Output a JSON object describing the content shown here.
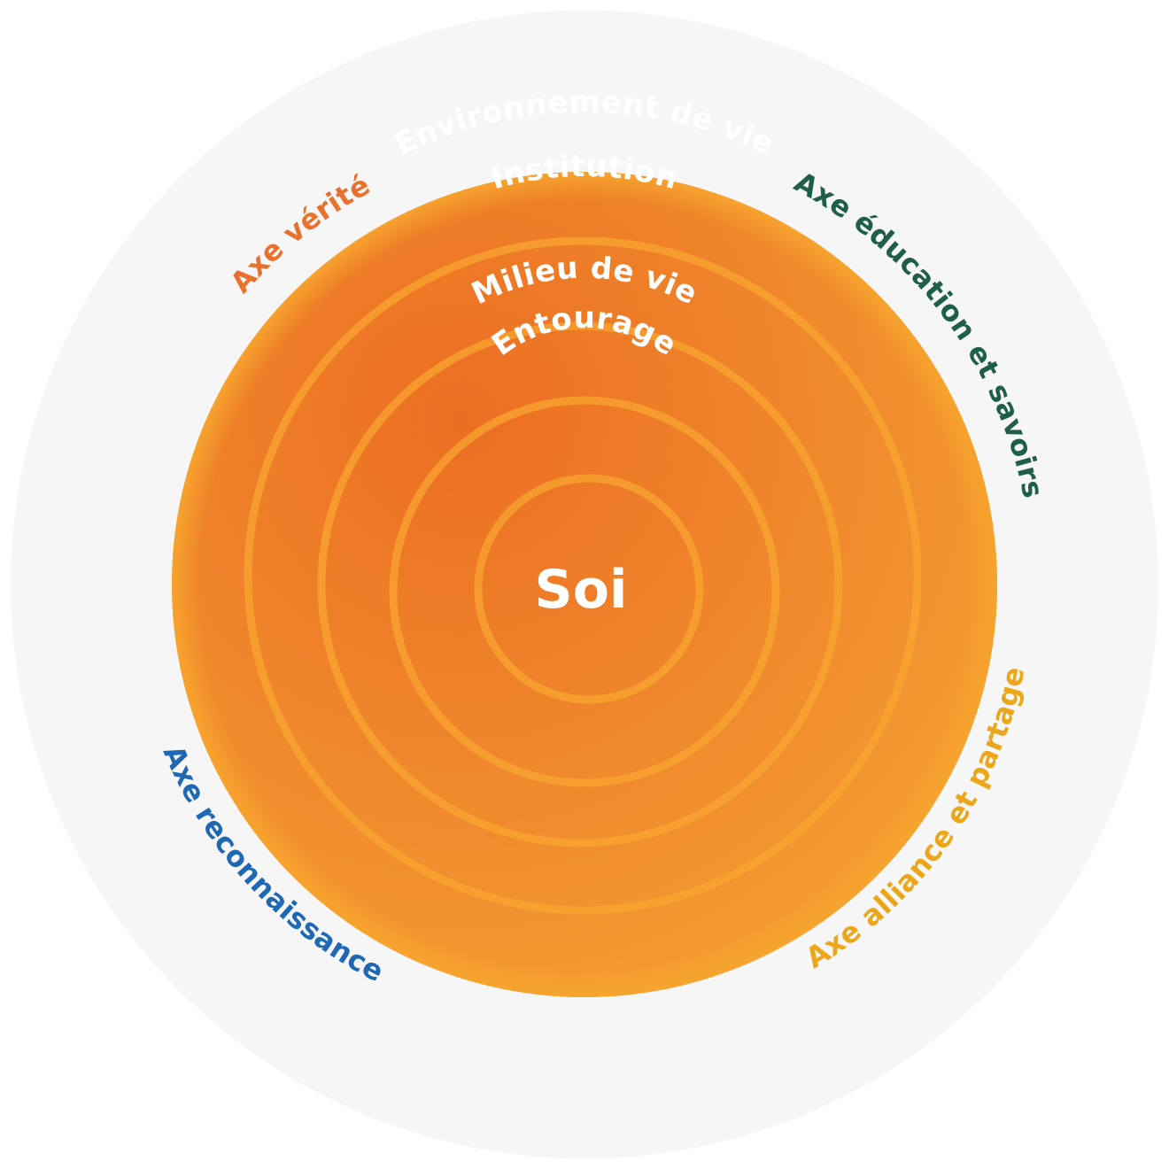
{
  "center": {
    "label": "Soi"
  },
  "rings": [
    {
      "label": "Entourage"
    },
    {
      "label": "Milieu de vie"
    },
    {
      "label": "Institution"
    },
    {
      "label": "Environnement de vie"
    }
  ],
  "axes": [
    {
      "label": "Axe vérité",
      "color": "#E9712E"
    },
    {
      "label": "Axe éducation et savoirs",
      "color": "#1F5E4B"
    },
    {
      "label": "Axe reconnaissance",
      "color": "#1F68B3"
    },
    {
      "label": "Axe alliance et partage",
      "color": "#EBA619"
    }
  ],
  "colors": {
    "outer_disc": "#F6F6F6",
    "sun_dark": "#EC6E22",
    "sun_light": "#F6A232",
    "ring_line": "#F8A530",
    "text_light": "#FFFFFF"
  }
}
